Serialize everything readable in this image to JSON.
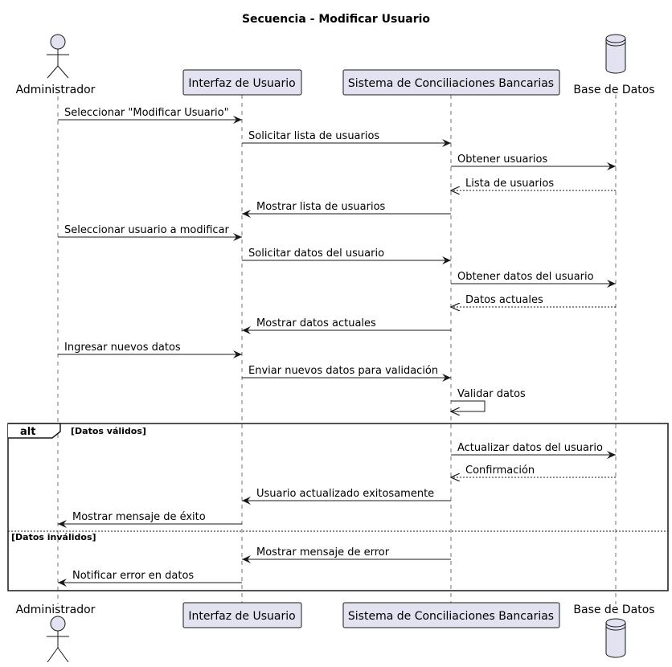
{
  "title": "Secuencia - Modificar Usuario",
  "participants": [
    {
      "id": "admin",
      "label": "Administrador",
      "kind": "actor"
    },
    {
      "id": "ui",
      "label": "Interfaz de Usuario",
      "kind": "box"
    },
    {
      "id": "sys",
      "label": "Sistema de Conciliaciones Bancarias",
      "kind": "box"
    },
    {
      "id": "db",
      "label": "Base de Datos",
      "kind": "database"
    }
  ],
  "messages": [
    {
      "from": "admin",
      "to": "ui",
      "label": "Seleccionar \"Modificar Usuario\"",
      "style": "solid"
    },
    {
      "from": "ui",
      "to": "sys",
      "label": "Solicitar lista de usuarios",
      "style": "solid"
    },
    {
      "from": "sys",
      "to": "db",
      "label": "Obtener usuarios",
      "style": "solid"
    },
    {
      "from": "db",
      "to": "sys",
      "label": "Lista de usuarios",
      "style": "dashed"
    },
    {
      "from": "sys",
      "to": "ui",
      "label": "Mostrar lista de usuarios",
      "style": "solid"
    },
    {
      "from": "admin",
      "to": "ui",
      "label": "Seleccionar usuario a modificar",
      "style": "solid"
    },
    {
      "from": "ui",
      "to": "sys",
      "label": "Solicitar datos del usuario",
      "style": "solid"
    },
    {
      "from": "sys",
      "to": "db",
      "label": "Obtener datos del usuario",
      "style": "solid"
    },
    {
      "from": "db",
      "to": "sys",
      "label": "Datos actuales",
      "style": "dashed"
    },
    {
      "from": "sys",
      "to": "ui",
      "label": "Mostrar datos actuales",
      "style": "solid"
    },
    {
      "from": "admin",
      "to": "ui",
      "label": "Ingresar nuevos datos",
      "style": "solid"
    },
    {
      "from": "ui",
      "to": "sys",
      "label": "Enviar nuevos datos para validación",
      "style": "solid"
    },
    {
      "from": "sys",
      "to": "sys",
      "label": "Validar datos",
      "style": "self"
    },
    {
      "from": "sys",
      "to": "db",
      "label": "Actualizar datos del usuario",
      "style": "solid"
    },
    {
      "from": "db",
      "to": "sys",
      "label": "Confirmación",
      "style": "dashed"
    },
    {
      "from": "sys",
      "to": "ui",
      "label": "Usuario actualizado exitosamente",
      "style": "solid"
    },
    {
      "from": "ui",
      "to": "admin",
      "label": "Mostrar mensaje de éxito",
      "style": "solid"
    },
    {
      "from": "sys",
      "to": "ui",
      "label": "Mostrar mensaje de error",
      "style": "solid"
    },
    {
      "from": "ui",
      "to": "admin",
      "label": "Notificar error en datos",
      "style": "solid"
    }
  ],
  "alt": {
    "keyword": "alt",
    "guard1": "[Datos válidos]",
    "guard2": "[Datos inválidos]"
  },
  "colors": {
    "participant_fill": "#E2E2F0",
    "participant_border": "#181818",
    "line": "#181818"
  }
}
